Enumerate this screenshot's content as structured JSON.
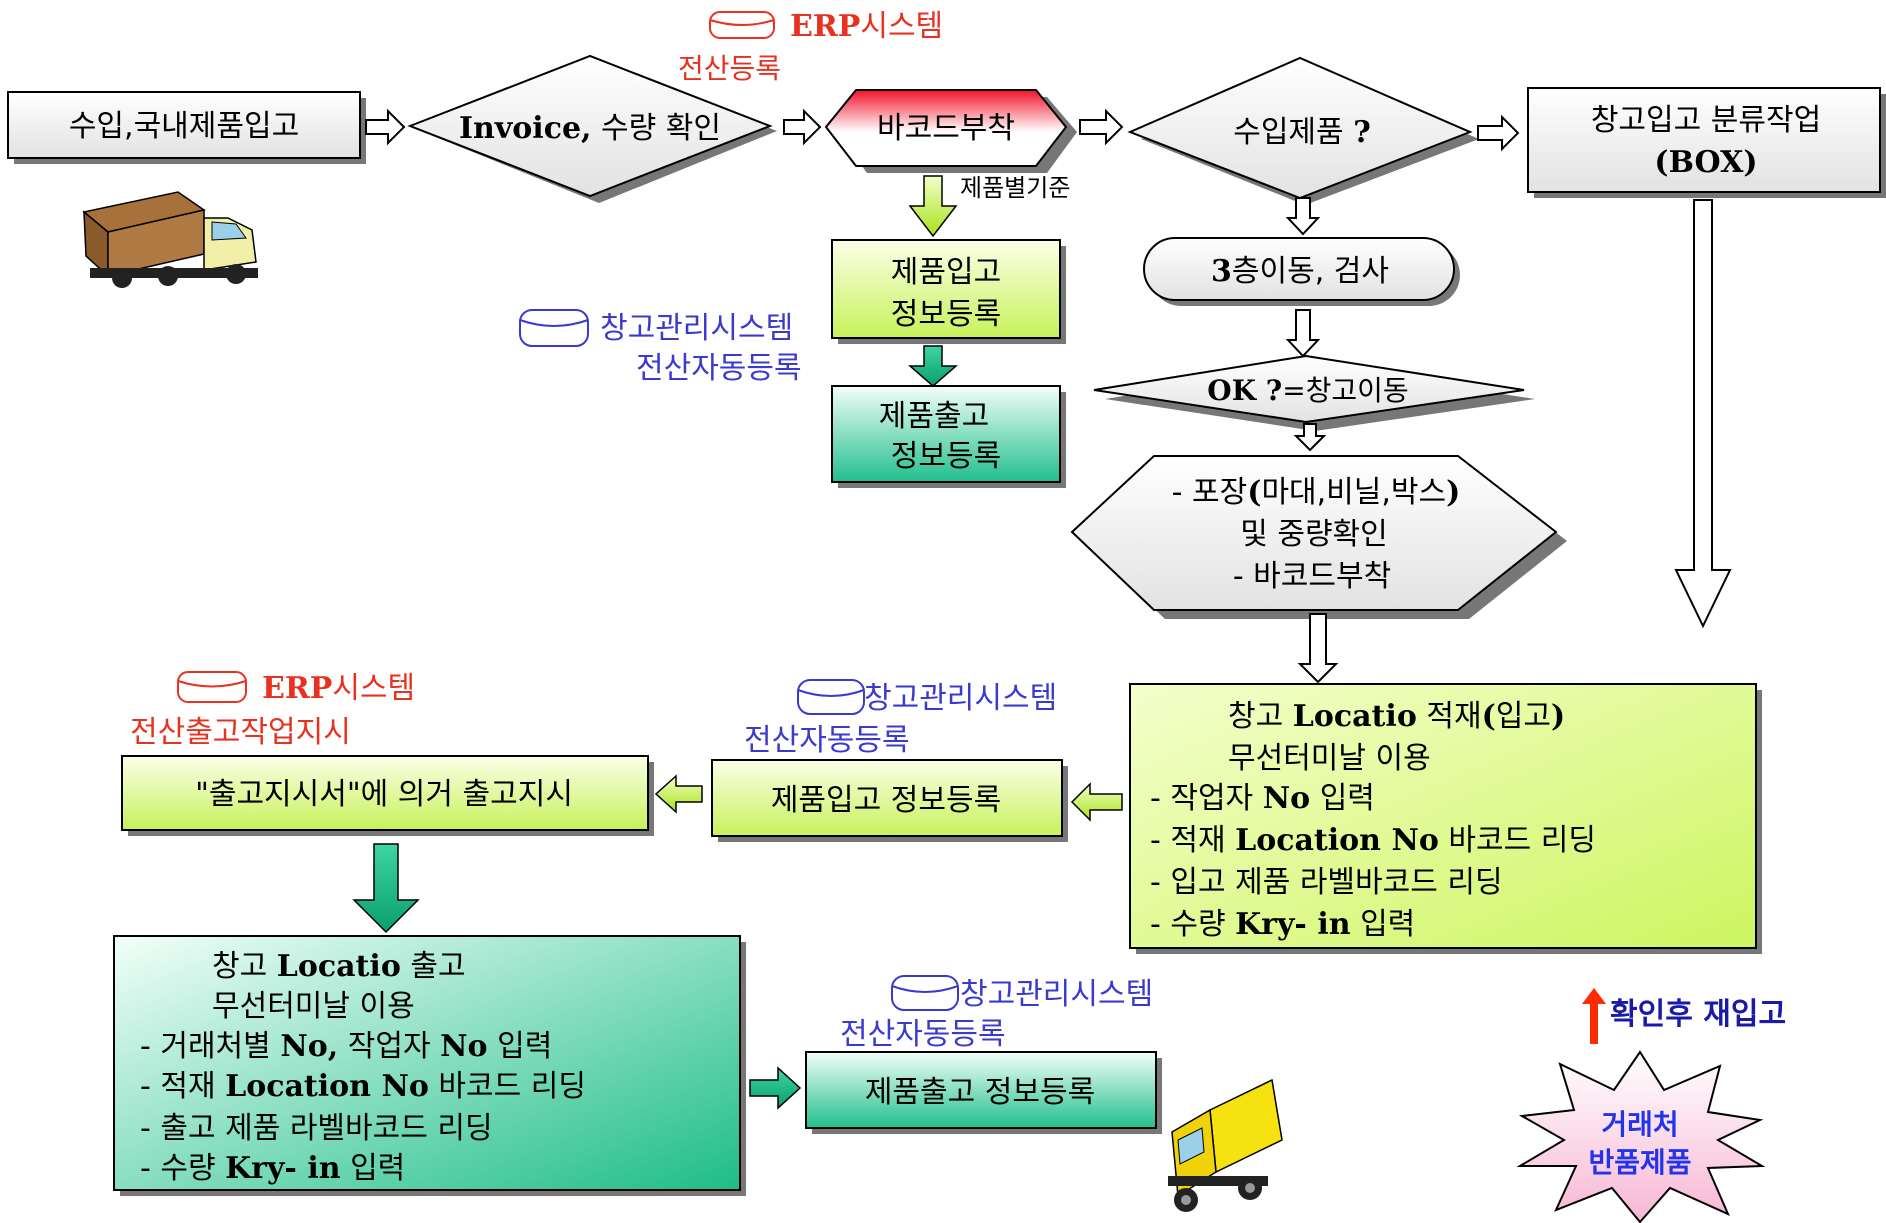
{
  "boxes": {
    "import": "수입,국내제품입고",
    "invoice_b": "Invoice,",
    "invoice_rest": "수량 확인",
    "barcode": "바코드부착",
    "imported_q": "수입제품",
    "imported_q_mark": "?",
    "classify_1": "창고입고 분류작업",
    "classify_2": "(BOX)",
    "standard": "제품별기준",
    "in_reg_1": "제품입고",
    "in_reg_2": "정보등록",
    "out_reg_1": "제품출고",
    "out_reg_2": "정보등록",
    "move_b": "3",
    "move_rest": "층이동, 검사",
    "ok_b": "OK ?",
    "ok_rest": "=창고이동",
    "pack_1a": "- 포장",
    "pack_1b": "(",
    "pack_1c": "마대,비닐,박스",
    "pack_1d": ")",
    "pack_2": "및 중량확인",
    "pack_3": "- 바코드부착"
  },
  "systems": {
    "erp_top_b": "ERP",
    "erp_top_rest": "시스템",
    "erp_top_sub": "전산등록",
    "wms_1": "창고관리시스템",
    "wms_1_sub": "전산자동등록",
    "wms_2": "창고관리시스템",
    "wms_2_sub": "전산자동등록",
    "erp_bottom_b": "ERP",
    "erp_bottom_rest": "시스템",
    "erp_bottom_sub": "전산출고작업지시",
    "wms_3": "창고관리시스템",
    "wms_3_sub": "전산자동등록"
  },
  "location_in": {
    "title_a": "창고",
    "title_b": "Locatio",
    "title_c": "적재",
    "title_d": "(",
    "title_e": "입고",
    "title_f": ")",
    "subtitle": "무선터미날 이용",
    "item1_a": "-  작업자",
    "item1_b": "No",
    "item1_c": "입력",
    "item2_a": "-  적재",
    "item2_b": "Location No",
    "item2_c": "바코드 리딩",
    "item3": "-  입고 제품 라벨바코드 리딩",
    "item4_a": "-  수량",
    "item4_b": "Kry- in",
    "item4_c": "입력"
  },
  "mid": {
    "in_info": "제품입고 정보등록",
    "out_instr": "\"출고지시서\"에 의거 출고지시"
  },
  "location_out": {
    "title_a": "창고",
    "title_b": "Locatio",
    "title_c": "출고",
    "subtitle": "무선터미날 이용",
    "item1_a": "-  거래처별",
    "item1_b": "No,",
    "item1_c": "작업자",
    "item1_d": "No",
    "item1_e": "입력",
    "item2_a": "-  적재",
    "item2_b": "Location No",
    "item2_c": "바코드 리딩",
    "item3": "-  출고 제품 라벨바코드 리딩",
    "item4_a": "-  수량",
    "item4_b": "Kry- in",
    "item4_c": "입력",
    "out_info": "제품출고 정보등록"
  },
  "returns": {
    "reentry": "확인후 재입고",
    "burst_1": "거래처",
    "burst_2": "반품제품"
  },
  "icons": [
    "cargo-truck-icon",
    "delivery-truck-icon",
    "database-icon",
    "up-arrow-icon"
  ],
  "colors": {
    "erp_red": "#e8321f",
    "system_blue": "#3a3acf",
    "lime_box": "#e6ff9a",
    "teal_box": "#22c08f",
    "return_blue": "#1a1aa8"
  }
}
